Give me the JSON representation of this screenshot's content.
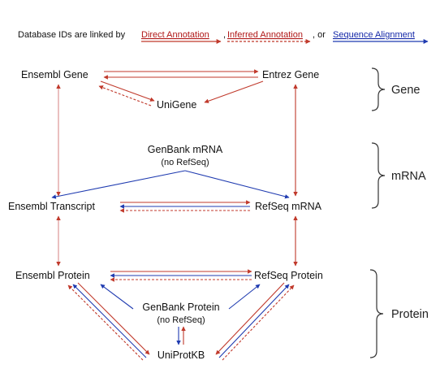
{
  "legend": {
    "prefix": "Database IDs are linked by",
    "direct": "Direct Annotation",
    "sep1": ",",
    "inferred": "Inferred Annotation",
    "sep2": ", or",
    "sequence": "Sequence Alignment"
  },
  "nodes": {
    "ensembl_gene": "Ensembl Gene",
    "entrez_gene": "Entrez Gene",
    "unigene": "UniGene",
    "genbank_mrna": "GenBank mRNA",
    "genbank_mrna_note": "(no RefSeq)",
    "ensembl_transcript": "Ensembl Transcript",
    "refseq_mrna": "RefSeq mRNA",
    "ensembl_protein": "Ensembl Protein",
    "refseq_protein": "RefSeq Protein",
    "genbank_protein": "GenBank Protein",
    "genbank_protein_note": "(no RefSeq)",
    "uniprotkb": "UniProtKB"
  },
  "groups": {
    "gene": "Gene",
    "mrna": "mRNA",
    "protein": "Protein"
  },
  "colors": {
    "direct": "#c0392b",
    "inferred": "#c0392b",
    "sequence": "#1f3bb0",
    "connector": "#d98b8b",
    "brace": "#333333"
  },
  "link_types": [
    "direct",
    "inferred",
    "sequence"
  ]
}
